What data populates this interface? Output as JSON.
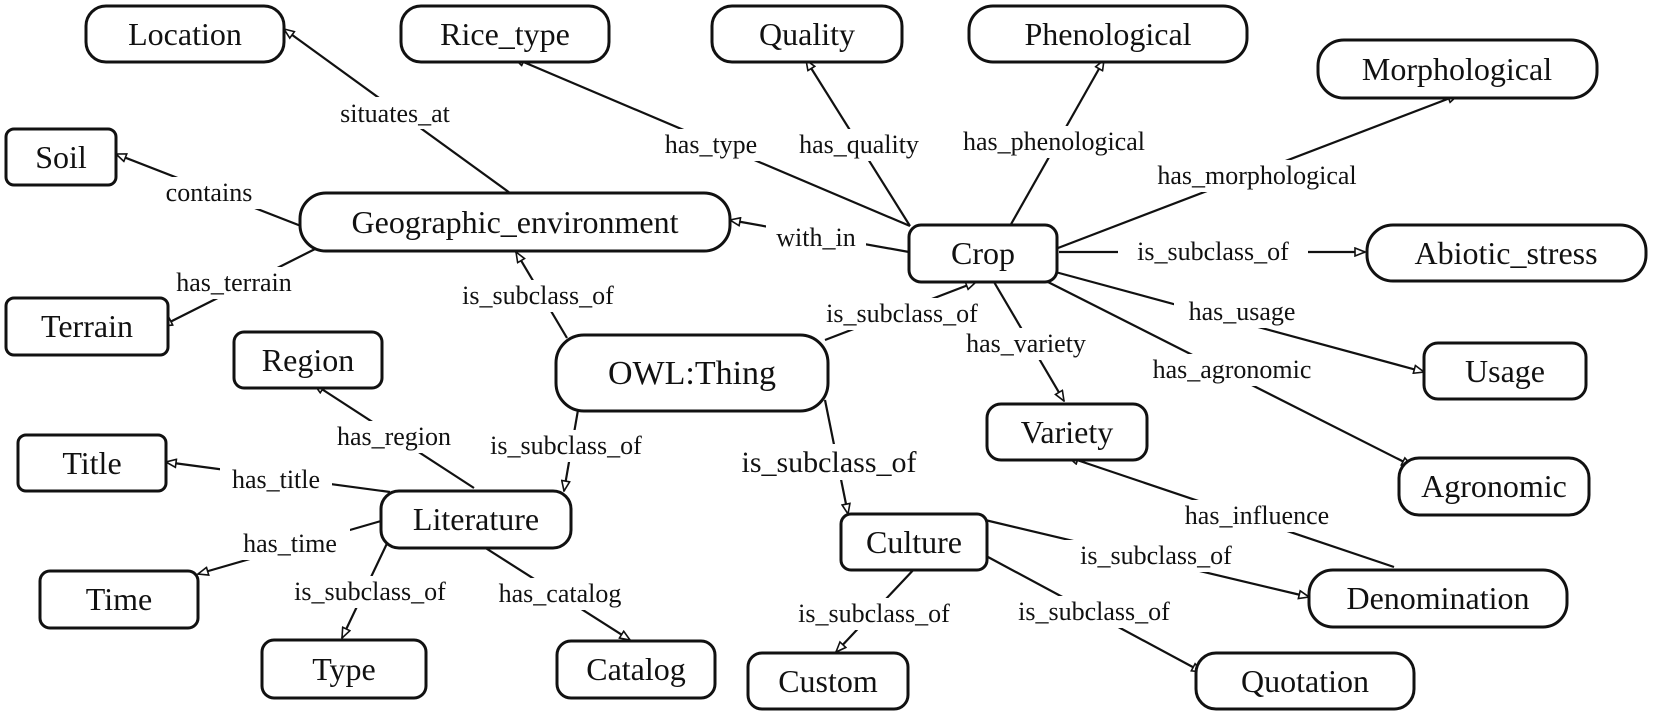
{
  "diagram": {
    "nodes": {
      "location": "Location",
      "rice_type": "Rice_type",
      "quality": "Quality",
      "phenological": "Phenological",
      "morphological": "Morphological",
      "soil": "Soil",
      "geographic_environment": "Geographic_environment",
      "crop": "Crop",
      "abiotic_stress": "Abiotic_stress",
      "terrain": "Terrain",
      "region": "Region",
      "owl_thing": "OWL:Thing",
      "usage": "Usage",
      "variety": "Variety",
      "title": "Title",
      "literature": "Literature",
      "agronomic": "Agronomic",
      "culture": "Culture",
      "time": "Time",
      "denomination": "Denomination",
      "type": "Type",
      "catalog": "Catalog",
      "custom": "Custom",
      "quotation": "Quotation"
    },
    "edges": {
      "situates_at": "situates_at",
      "contains": "contains",
      "has_terrain": "has_terrain",
      "has_type": "has_type",
      "has_quality": "has_quality",
      "has_phenological": "has_phenological",
      "has_morphological": "has_morphological",
      "with_in": "with_in",
      "crop_abiotic_subclass": "is_subclass_of",
      "geo_subclass": "is_subclass_of",
      "crop_subclass": "is_subclass_of",
      "has_variety": "has_variety",
      "has_usage": "has_usage",
      "has_agronomic": "has_agronomic",
      "has_region": "has_region",
      "literature_subclass": "is_subclass_of",
      "culture_subclass": "is_subclass_of",
      "has_title": "has_title",
      "has_influence": "has_influence",
      "has_time": "has_time",
      "type_subclass": "is_subclass_of",
      "has_catalog": "has_catalog",
      "custom_subclass": "is_subclass_of",
      "quotation_subclass": "is_subclass_of",
      "denomination_subclass": "is_subclass_of"
    }
  }
}
